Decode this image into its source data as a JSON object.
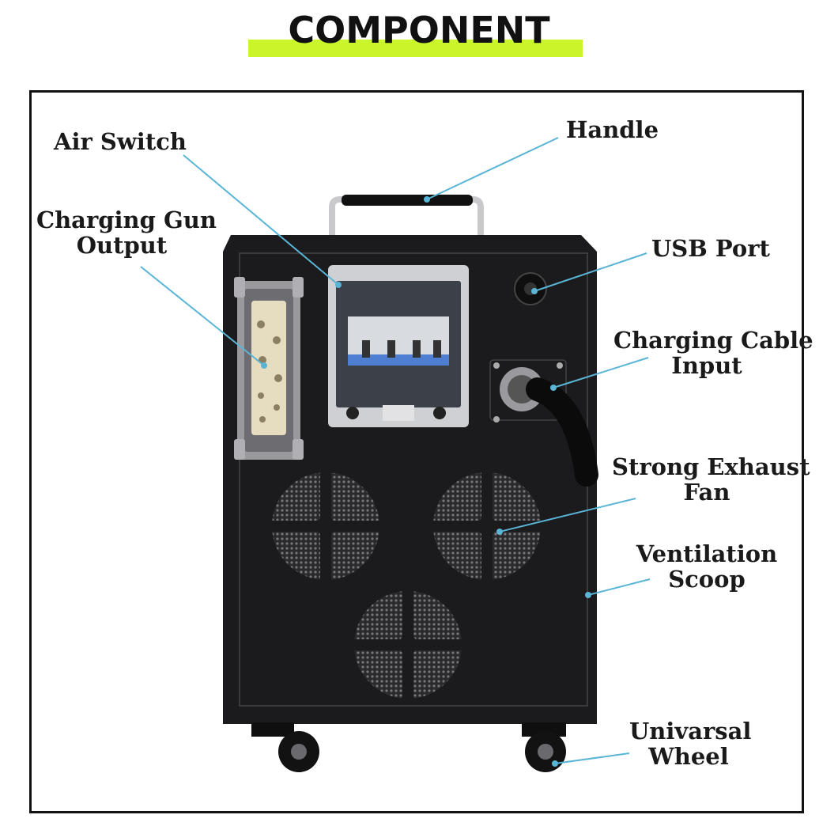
{
  "title": "COMPONENT",
  "colors": {
    "title_bar": "#c9f52a",
    "leader": "#5ab4d6",
    "cabinet": "#1b1b1d",
    "frame": "#111111"
  },
  "labels": {
    "air_switch": "Air Switch",
    "charging_gun_output_1": "Charging Gun",
    "charging_gun_output_2": "Output",
    "handle": "Handle",
    "usb_port": "USB Port",
    "charging_cable_input_1": "Charging Cable",
    "charging_cable_input_2": "Input",
    "strong_exhaust_fan_1": "Strong Exhaust",
    "strong_exhaust_fan_2": "Fan",
    "ventilation_scoop_1": "Ventilation",
    "ventilation_scoop_2": "Scoop",
    "universal_wheel_1": "Univarsal",
    "universal_wheel_2": "Wheel"
  }
}
